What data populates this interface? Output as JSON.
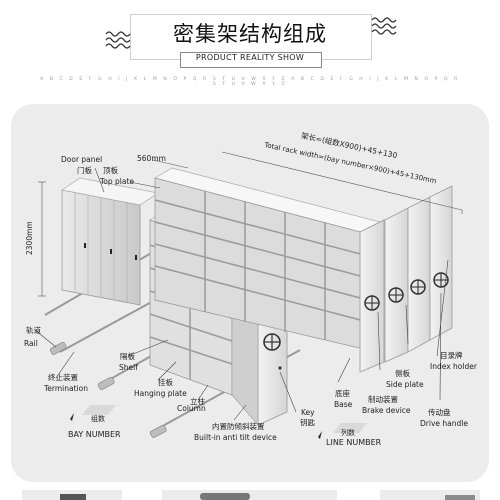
{
  "header": {
    "title_cn": "密集架结构组成",
    "subtitle_en": "PRODUCT REALITY SHOW",
    "alphabet_row": "A B C D E F G H I J K L M N O P Q R S T U V W X Y Z A B C D E F G H I J K L M N O P Q R S T U V W X Y Z"
  },
  "labels": {
    "door_panel": "Door panel",
    "door_panel_cn": "门板",
    "top_plate_cn": "顶板",
    "top_plate": "Top plate",
    "depth": "560mm",
    "height": "2300mm",
    "total_width_cn": "架长=(组数X900)+45+130",
    "total_width_en_1": "Total rack width=(bay number×900)+45+130mm",
    "rail_cn": "轨道",
    "rail": "Rail",
    "shelf_cn": "隔板",
    "shelf": "Shelf",
    "termination_cn": "终止装置",
    "termination": "Termination",
    "hanging_plate_cn": "挂板",
    "hanging_plate": "Hanging plate",
    "column_cn": "立柱",
    "column": "Column",
    "anti_tilt_cn": "内置防倾斜装置",
    "anti_tilt": "Built-in anti tilt device",
    "key": "Key",
    "key_cn": "钥匙",
    "base_cn": "底座",
    "base": "Base",
    "brake_device_cn": "制动装置",
    "brake_device": "Brake device",
    "side_plate_cn": "侧板",
    "side_plate": "Side plate",
    "index_holder_cn": "目录牌",
    "index_holder": "Index holder",
    "drive_handle_cn": "传动盘",
    "drive_handle": "Drive handle",
    "bay_number_badge": "组数",
    "bay_number": "BAY NUMBER",
    "line_number_badge": "列数",
    "line_number": "LINE NUMBER"
  },
  "colors": {
    "panel_bg": "#ececec",
    "cabinet_light": "#f4f4f4",
    "cabinet_mid": "#d9d9d9",
    "cabinet_dark": "#b9b9b9",
    "accent_badge": "#d9d9d9"
  }
}
